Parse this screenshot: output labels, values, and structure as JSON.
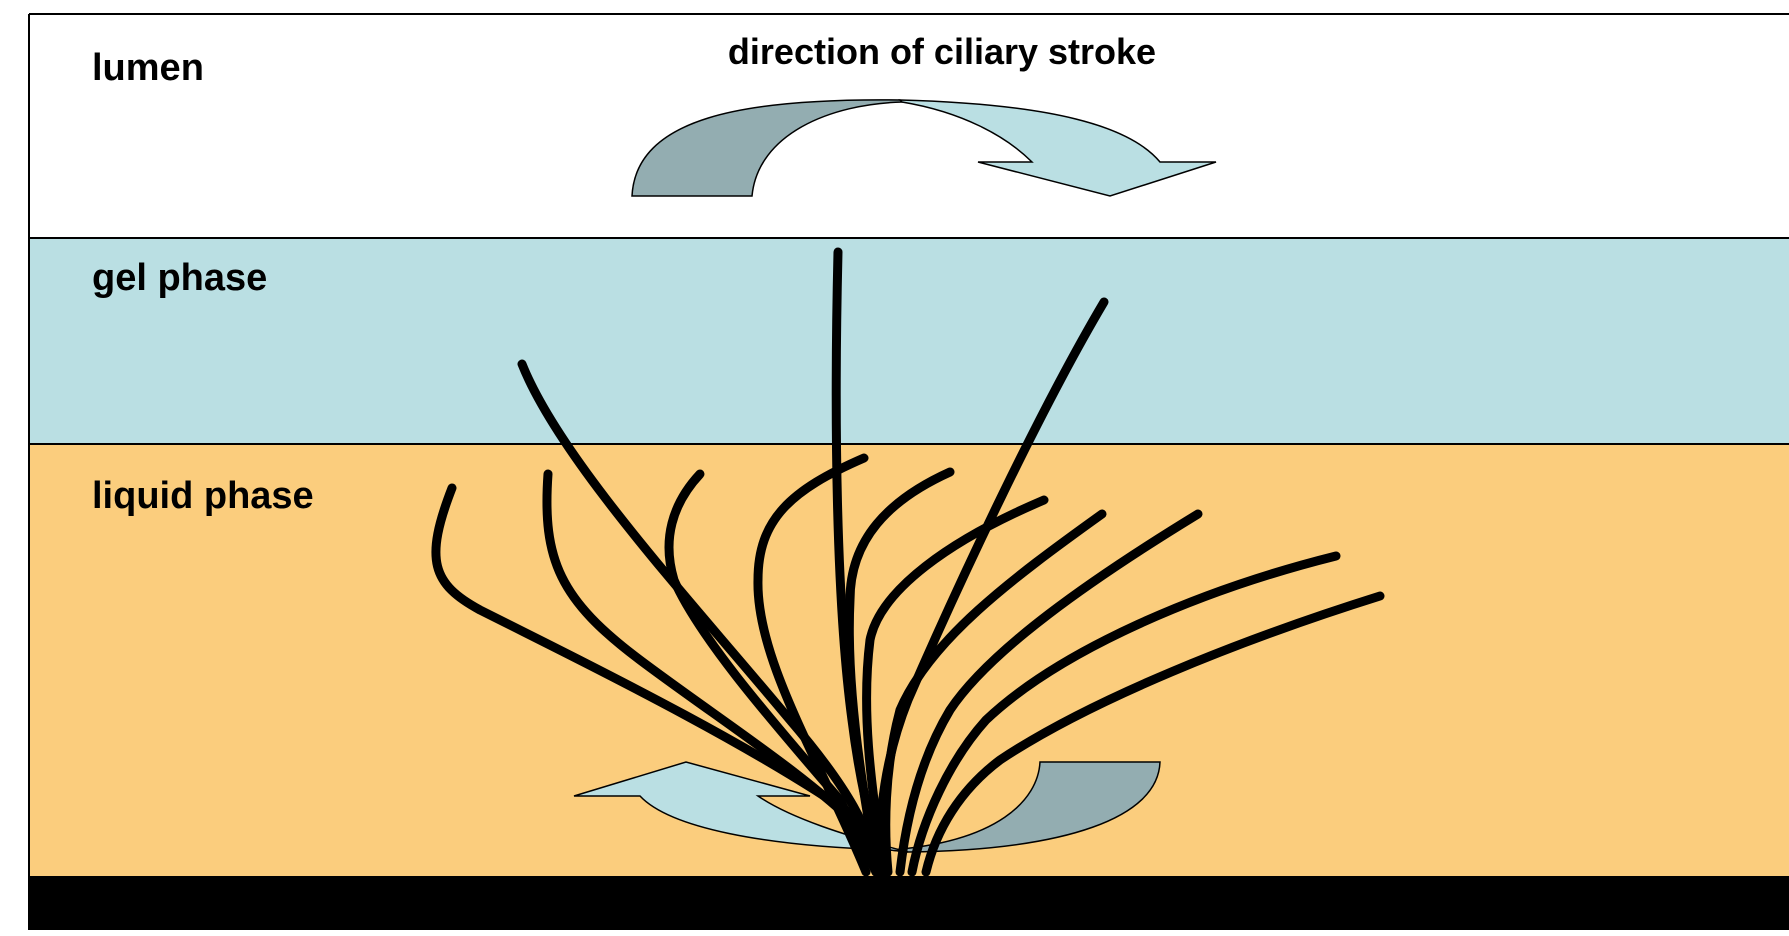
{
  "title": "direction of ciliary stroke",
  "layers": {
    "lumen": {
      "label": "lumen",
      "color": "#ffffff"
    },
    "gel": {
      "label": "gel phase",
      "color": "#badfe3"
    },
    "liquid": {
      "label": "liquid phase",
      "color": "#fbcd7d"
    },
    "epithelium": {
      "color": "#000000"
    }
  },
  "colors": {
    "arrow_dark": "#93adb1",
    "arrow_light": "#badfe3",
    "cilium": "#000000",
    "border": "#000000"
  }
}
